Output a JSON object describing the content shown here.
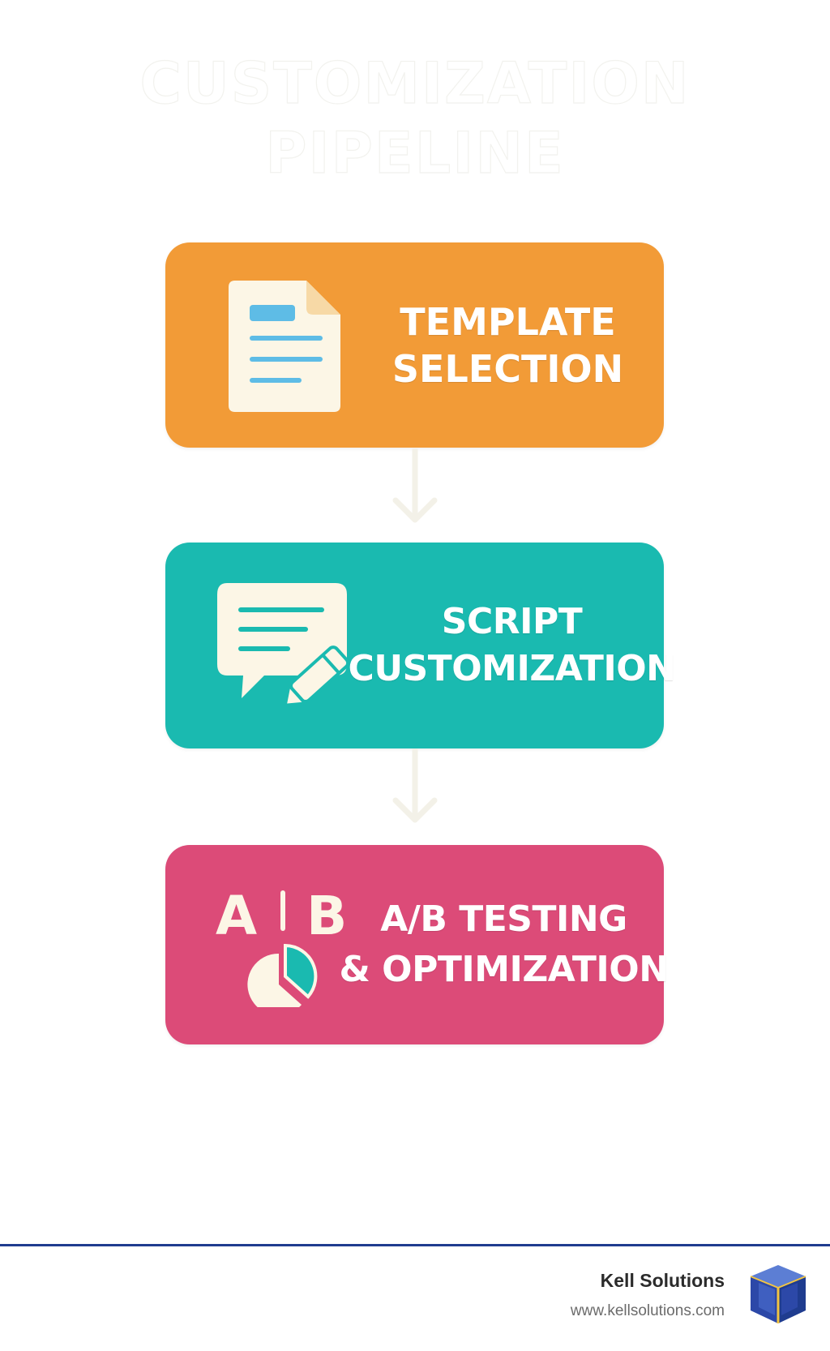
{
  "title": {
    "line1": "CUSTOMIZATION",
    "line2": "PIPELINE"
  },
  "steps": [
    {
      "label_line1": "TEMPLATE",
      "label_line2": "SELECTION",
      "icon": "document-icon",
      "color": "#F29B37"
    },
    {
      "label_line1": "SCRIPT",
      "label_line2": "CUSTOMIZATION",
      "icon": "chat-pencil-icon",
      "color": "#1ABAB0"
    },
    {
      "label_line1": "A/B TESTING",
      "label_line2": "& OPTIMIZATION",
      "icon": "ab-pie-chart-icon",
      "icon_text_a": "A",
      "icon_text_b": "B",
      "color": "#DC4B78"
    }
  ],
  "footer": {
    "brand_name": "Kell Solutions",
    "url": "www.kellsolutions.com",
    "logo_icon": "cube-logo-icon",
    "rule_color": "#1F3C8F"
  }
}
